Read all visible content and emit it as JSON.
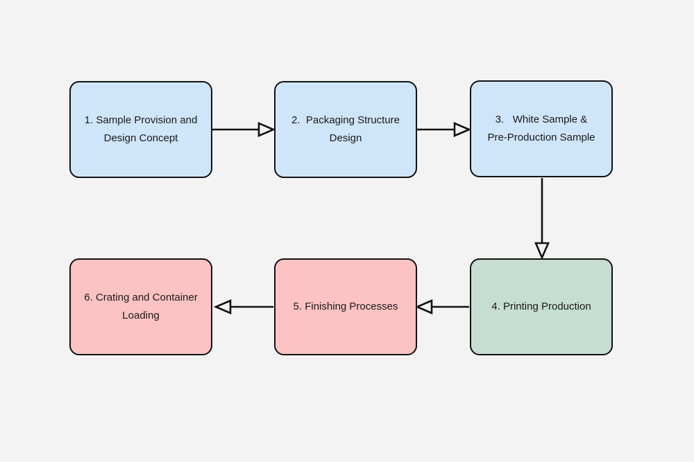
{
  "diagram": {
    "background_color": "#f3f3f3",
    "border_color": "#111111",
    "text_color": "#1a1a1a",
    "arrow_style": "open-triangle",
    "nodes": [
      {
        "id": "1",
        "label": "1. Sample Provision and\nDesign Concept",
        "fill": "#cfe5f9"
      },
      {
        "id": "2",
        "label": "2.  Packaging Structure\nDesign",
        "fill": "#cfe5f9"
      },
      {
        "id": "3",
        "label": "3.   White Sample &\nPre-Production Sample",
        "fill": "#cfe5f9"
      },
      {
        "id": "4",
        "label": "4. Printing Production",
        "fill": "#c6ddd1"
      },
      {
        "id": "5",
        "label": "5. Finishing Processes",
        "fill": "#fdc2c2"
      },
      {
        "id": "6",
        "label": "6. Crating and Container\nLoading",
        "fill": "#fdc2c2"
      }
    ],
    "edges": [
      {
        "from": "1",
        "to": "2",
        "direction": "right"
      },
      {
        "from": "2",
        "to": "3",
        "direction": "right"
      },
      {
        "from": "3",
        "to": "4",
        "direction": "down"
      },
      {
        "from": "4",
        "to": "5",
        "direction": "left"
      },
      {
        "from": "5",
        "to": "6",
        "direction": "left"
      }
    ]
  }
}
